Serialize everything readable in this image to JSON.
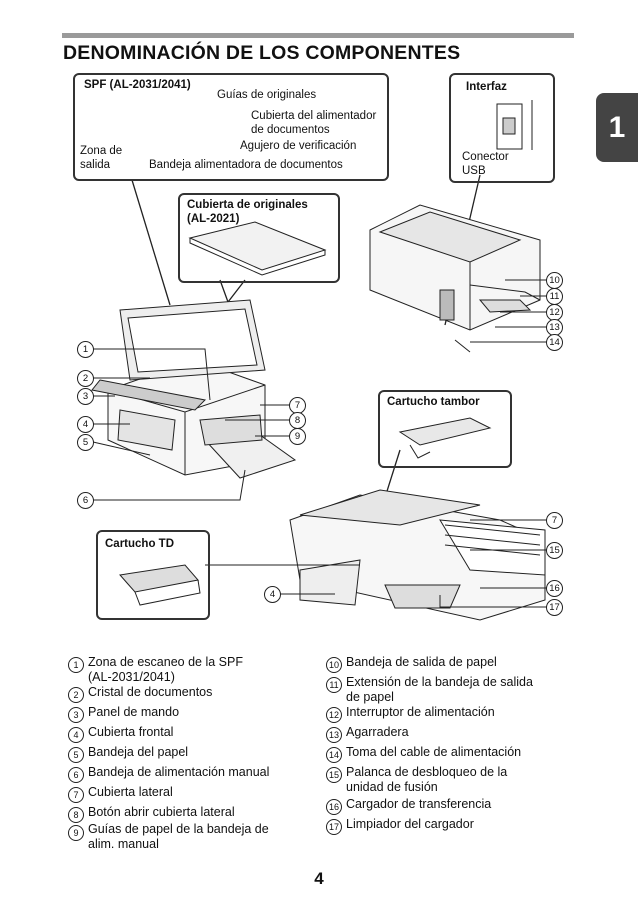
{
  "header": {
    "title": "DENOMINACIÓN DE LOS COMPONENTES",
    "tab_number": "1"
  },
  "spf_box": {
    "title": "SPF (AL-2031/2041)",
    "labels": {
      "guides": "Guías de originales",
      "feeder_cover_1": "Cubierta del alimentador",
      "feeder_cover_2": "de documentos",
      "check_hole": "Agujero de verificación",
      "exit_1": "Zona de",
      "exit_2": "salida",
      "feed_tray": "Bandeja alimentadora de documentos"
    }
  },
  "interface_box": {
    "title": "Interfaz",
    "usb_1": "Conector",
    "usb_2": "USB"
  },
  "original_cover_box": {
    "title_1": "Cubierta de originales",
    "title_2": "(AL-2021)"
  },
  "drum_box": {
    "title": "Cartucho tambor"
  },
  "td_box": {
    "title": "Cartucho TD"
  },
  "callouts": [
    "1",
    "2",
    "3",
    "4",
    "5",
    "6",
    "7",
    "8",
    "9",
    "10",
    "11",
    "12",
    "13",
    "14",
    "15",
    "16",
    "17"
  ],
  "legend_left": [
    {
      "n": "1",
      "text_1": "Zona de escaneo de la SPF",
      "text_2": "(AL-2031/2041)"
    },
    {
      "n": "2",
      "text_1": "Cristal de documentos"
    },
    {
      "n": "3",
      "text_1": "Panel de mando"
    },
    {
      "n": "4",
      "text_1": "Cubierta frontal"
    },
    {
      "n": "5",
      "text_1": "Bandeja del papel"
    },
    {
      "n": "6",
      "text_1": "Bandeja de alimentación manual"
    },
    {
      "n": "7",
      "text_1": "Cubierta lateral"
    },
    {
      "n": "8",
      "text_1": "Botón abrir cubierta lateral"
    },
    {
      "n": "9",
      "text_1": "Guías de papel de la bandeja de",
      "text_2": "alim. manual"
    }
  ],
  "legend_right": [
    {
      "n": "10",
      "text_1": "Bandeja de salida de papel"
    },
    {
      "n": "11",
      "text_1": "Extensión de la bandeja de salida",
      "text_2": "de papel"
    },
    {
      "n": "12",
      "text_1": "Interruptor de alimentación"
    },
    {
      "n": "13",
      "text_1": "Agarradera"
    },
    {
      "n": "14",
      "text_1": "Toma del cable de alimentación"
    },
    {
      "n": "15",
      "text_1": "Palanca de desbloqueo de la",
      "text_2": "unidad de fusión"
    },
    {
      "n": "16",
      "text_1": "Cargador de transferencia"
    },
    {
      "n": "17",
      "text_1": "Limpiador del cargador"
    }
  ],
  "footer": {
    "page_number": "4"
  }
}
